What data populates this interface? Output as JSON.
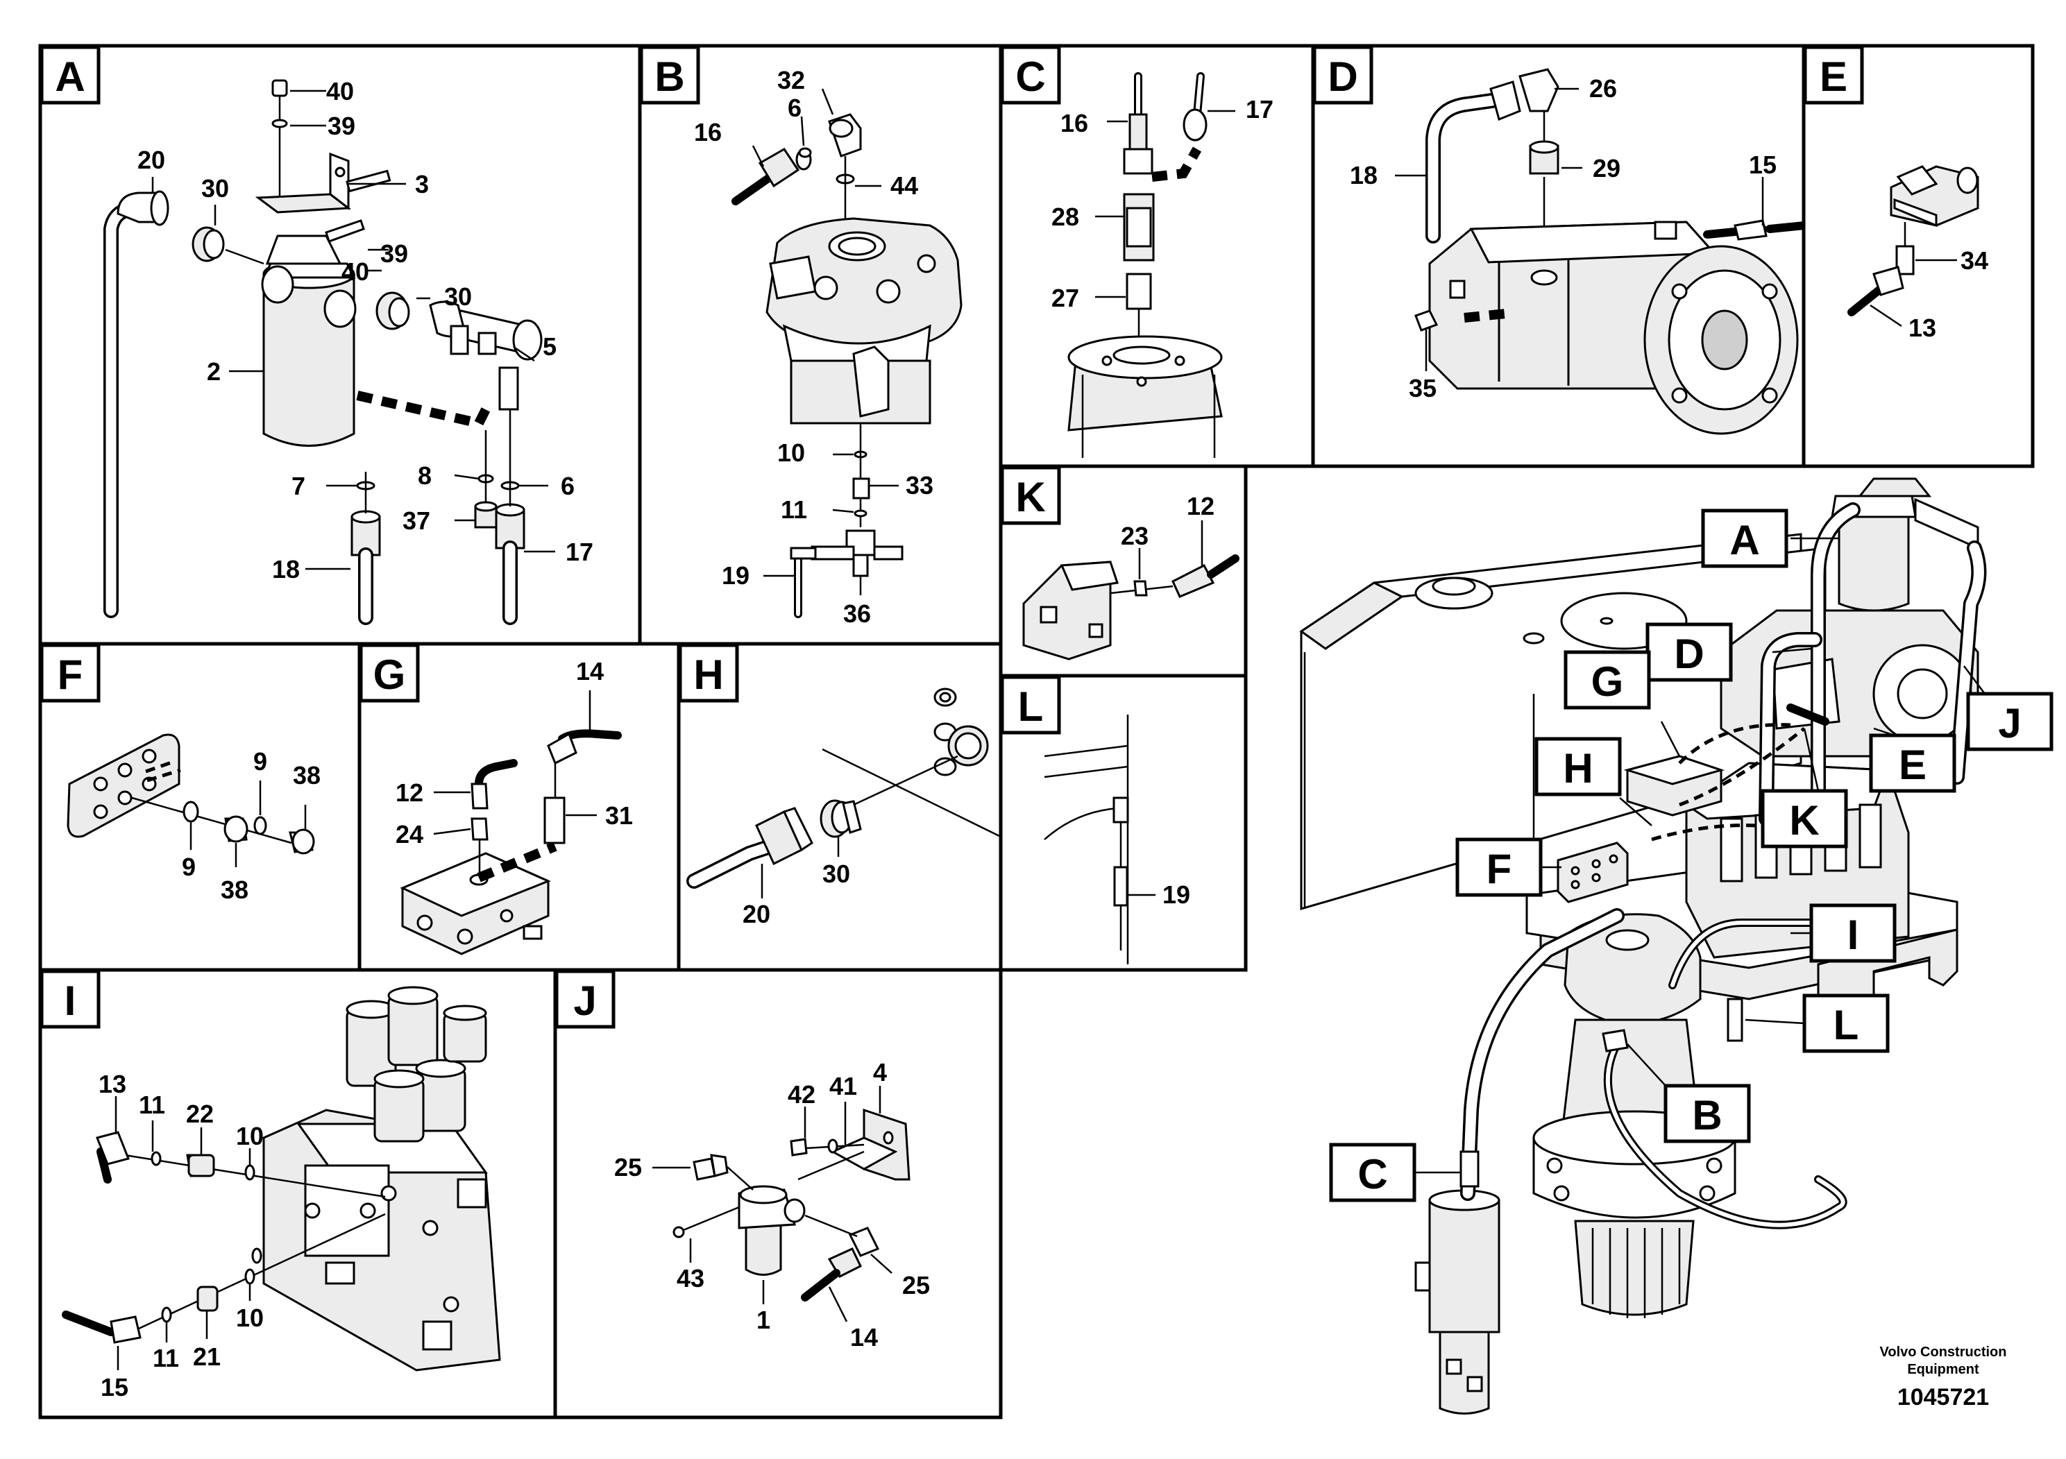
{
  "panels": [
    {
      "id": "A",
      "label": "A",
      "callouts": [
        "40",
        "39",
        "3",
        "20",
        "30",
        "39",
        "40",
        "30",
        "5",
        "2",
        "7",
        "8",
        "6",
        "37",
        "18",
        "17"
      ]
    },
    {
      "id": "B",
      "label": "B",
      "callouts": [
        "32",
        "6",
        "16",
        "44",
        "10",
        "33",
        "11",
        "19",
        "36"
      ]
    },
    {
      "id": "C",
      "label": "C",
      "callouts": [
        "16",
        "17",
        "28",
        "27"
      ]
    },
    {
      "id": "D",
      "label": "D",
      "callouts": [
        "26",
        "18",
        "29",
        "15",
        "35"
      ]
    },
    {
      "id": "E",
      "label": "E",
      "callouts": [
        "34",
        "13"
      ]
    },
    {
      "id": "F",
      "label": "F",
      "callouts": [
        "9",
        "38",
        "9",
        "38"
      ]
    },
    {
      "id": "G",
      "label": "G",
      "callouts": [
        "14",
        "12",
        "24",
        "31"
      ]
    },
    {
      "id": "H",
      "label": "H",
      "callouts": [
        "20",
        "30"
      ]
    },
    {
      "id": "I",
      "label": "I",
      "callouts": [
        "13",
        "11",
        "22",
        "10",
        "15",
        "11",
        "21",
        "10"
      ]
    },
    {
      "id": "J",
      "label": "J",
      "callouts": [
        "4",
        "42",
        "41",
        "25",
        "43",
        "1",
        "25",
        "14"
      ]
    },
    {
      "id": "K",
      "label": "K",
      "callouts": [
        "12",
        "23"
      ]
    },
    {
      "id": "L",
      "label": "L",
      "callouts": [
        "19"
      ]
    }
  ],
  "overview_tags": [
    "A",
    "D",
    "G",
    "E",
    "J",
    "H",
    "K",
    "F",
    "I",
    "L",
    "B",
    "C"
  ],
  "brand_line1": "Volvo Construction",
  "brand_line2": "Equipment",
  "drawing_number": "1045721"
}
